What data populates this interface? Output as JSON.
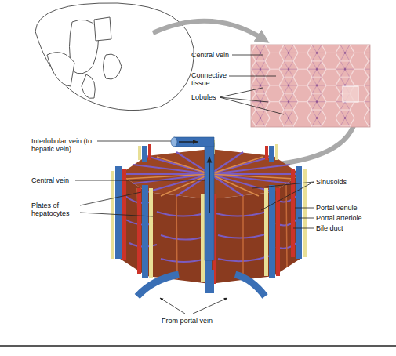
{
  "diagram": {
    "labels": [
      "Central vein",
      "Connective tissue",
      "Lobules",
      "Interlobular vein (to hepatic vein)",
      "Central vein",
      "Plates of hepatocytes",
      "Sinusoids",
      "Portal venule",
      "Portal arteriole",
      "Bile duct",
      "From portal vein"
    ]
  }
}
